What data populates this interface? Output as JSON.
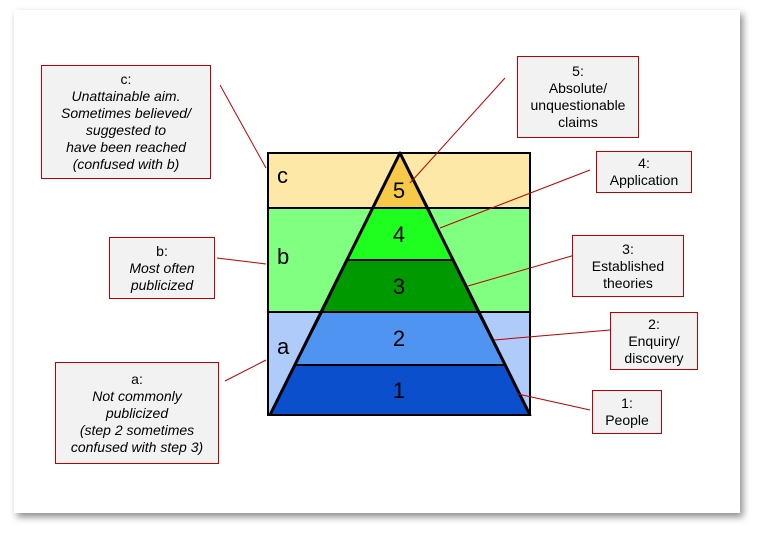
{
  "zones": [
    {
      "id": "c",
      "label": "c",
      "color": "#fde8a7"
    },
    {
      "id": "b",
      "label": "b",
      "color": "#80ff80"
    },
    {
      "id": "a",
      "label": "a",
      "color": "#aecbfa"
    }
  ],
  "levels": [
    {
      "num": "5",
      "color": "#f7c948"
    },
    {
      "num": "4",
      "color": "#1fff1f"
    },
    {
      "num": "3",
      "color": "#009900"
    },
    {
      "num": "2",
      "color": "#4f94f0"
    },
    {
      "num": "1",
      "color": "#0b4fcc"
    }
  ],
  "callouts": {
    "c": {
      "title": "c:",
      "lines": [
        "Unattainable aim.",
        "Sometimes believed/",
        "suggested to",
        "have been reached",
        "(confused with b)"
      ]
    },
    "b": {
      "title": "b:",
      "lines": [
        "Most often",
        "publicized"
      ]
    },
    "a": {
      "title": "a:",
      "lines": [
        "Not commonly",
        "publicized",
        "(step 2 sometimes",
        "confused with step 3)"
      ]
    },
    "l5": {
      "title": "5:",
      "lines": [
        "Absolute/",
        "unquestionable",
        "claims"
      ]
    },
    "l4": {
      "title": "4:",
      "lines": [
        "Application"
      ]
    },
    "l3": {
      "title": "3:",
      "lines": [
        "Established",
        "theories"
      ]
    },
    "l2": {
      "title": "2:",
      "lines": [
        "Enquiry/",
        "discovery"
      ]
    },
    "l1": {
      "title": "1:",
      "lines": [
        "People"
      ]
    }
  },
  "colors": {
    "leader": "#c00000",
    "outline": "#000000"
  }
}
